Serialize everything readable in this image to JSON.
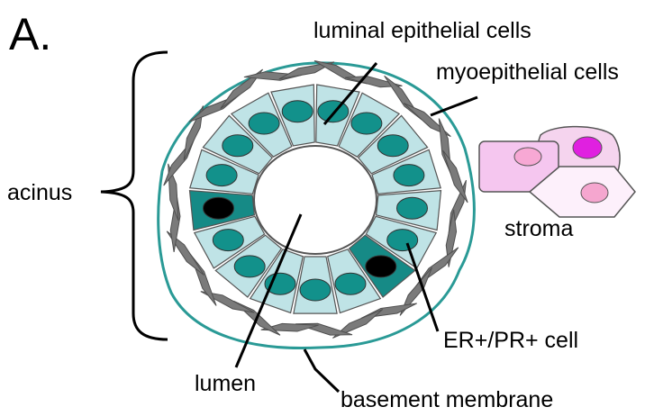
{
  "panel_label": "A.",
  "labels": {
    "luminal": "luminal epithelial cells",
    "myoepithelial": "myoepithelial cells",
    "acinus": "acinus",
    "stroma": "stroma",
    "lumen": "lumen",
    "er_pr": "ER+/PR+ cell",
    "basement": "basement membrane"
  },
  "acinus": {
    "luminal_cell_count": 17,
    "er_pr_positive_cells": [
      6,
      12
    ]
  },
  "colors": {
    "membrane": "#2a9a96",
    "luminal_fill": "#bfe3e6",
    "nucleus": "#12918b",
    "er_pr_fill": "#168a86",
    "er_pr_nucleus": "#000000",
    "myoepithelial": "#7a7a7a",
    "myoepithelial_stroke": "#4f4f4f",
    "stroma_cell_1": "#f5c6ef",
    "stroma_nucleus_1": "#f7a8d4",
    "stroma_cell_2": "#f5d4ee",
    "stroma_nucleus_2": "#e020e0",
    "stroma_cell_3": "#fdf0fb",
    "stroma_nucleus_3": "#f5a6cf"
  }
}
